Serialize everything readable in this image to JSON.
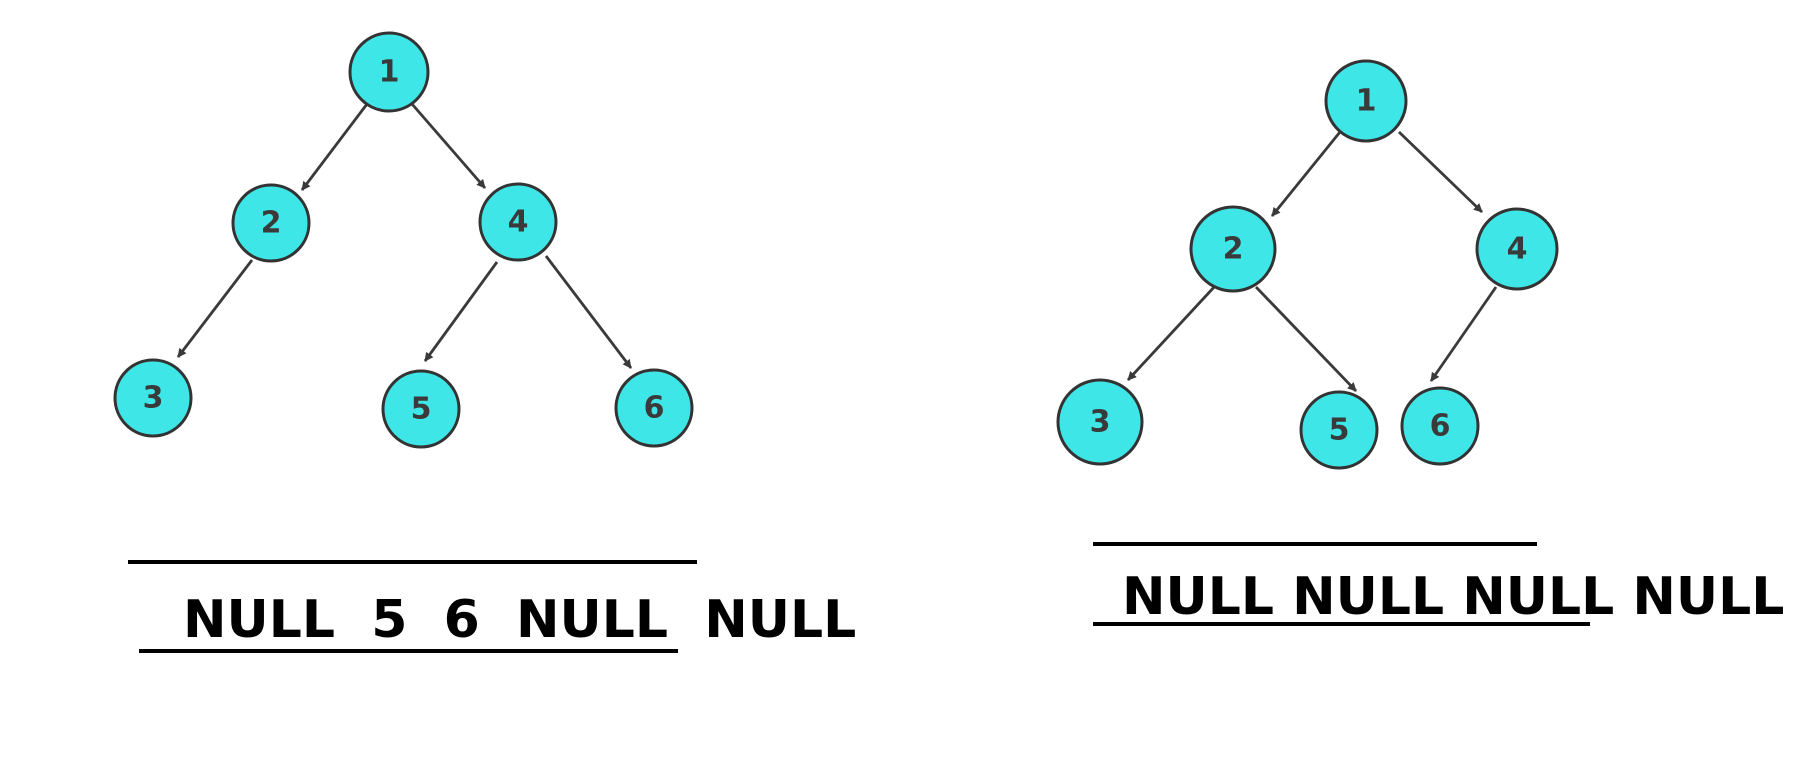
{
  "colors": {
    "node_fill": "#3fe6e8",
    "node_stroke": "#333333",
    "edge": "#3a3a3a",
    "text": "#000000"
  },
  "left_tree": {
    "nodes": [
      "1",
      "2",
      "4",
      "3",
      "5",
      "6"
    ],
    "edges": [
      [
        "1",
        "2"
      ],
      [
        "1",
        "4"
      ],
      [
        "2",
        "3"
      ],
      [
        "4",
        "5"
      ],
      [
        "4",
        "6"
      ]
    ],
    "queue_text": "NULL  5  6  NULL  NULL"
  },
  "right_tree": {
    "nodes": [
      "1",
      "2",
      "4",
      "3",
      "5",
      "6"
    ],
    "edges": [
      [
        "1",
        "2"
      ],
      [
        "1",
        "4"
      ],
      [
        "2",
        "3"
      ],
      [
        "2",
        "5"
      ],
      [
        "4",
        "6"
      ]
    ],
    "queue_text": "NULL NULL NULL NULL"
  }
}
